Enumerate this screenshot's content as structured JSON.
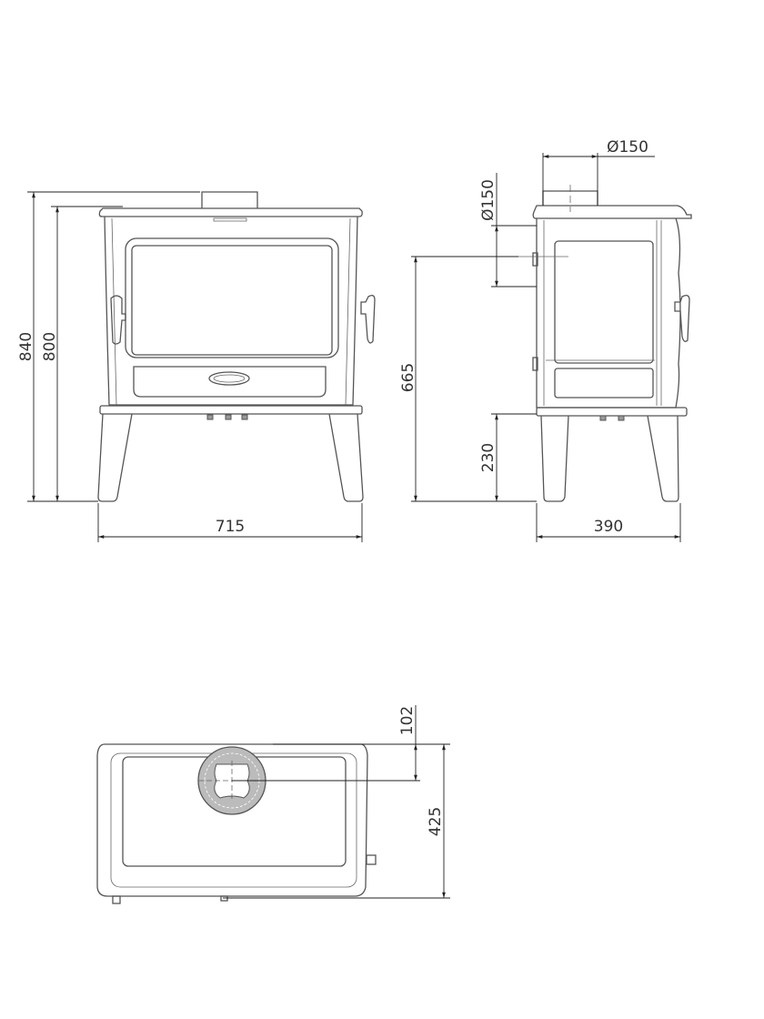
{
  "front_view": {
    "overall_height": "840",
    "body_height": "800",
    "width": "715"
  },
  "side_view": {
    "flue_diameter_top": "Ø150",
    "flue_diameter_rear": "Ø150",
    "rear_flue_center_height": "665",
    "leg_height": "230",
    "depth": "390"
  },
  "top_view": {
    "flue_offset": "102",
    "depth": "425"
  },
  "colors": {
    "line": "#555555",
    "dimension": "#222222",
    "text": "#333333"
  }
}
